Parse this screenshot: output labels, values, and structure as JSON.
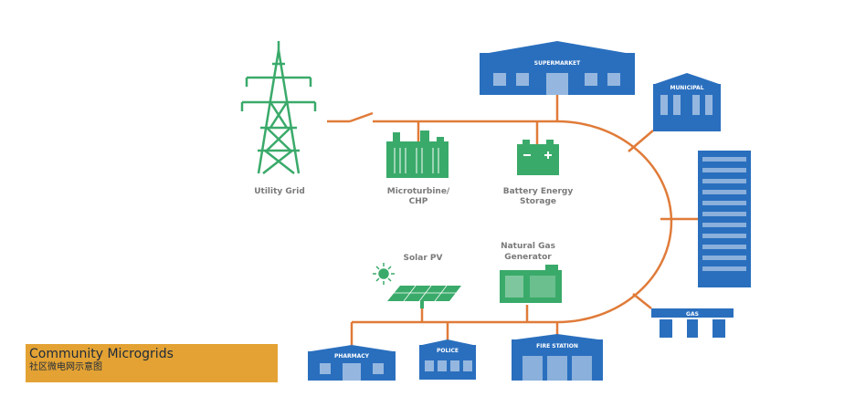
{
  "diagram": {
    "labels": {
      "utility_grid": "Utility Grid",
      "microturbine_1": "Microturbine/",
      "microturbine_2": "CHP",
      "battery_1": "Battery Energy",
      "battery_2": "Storage",
      "solar": "Solar PV",
      "gas_gen_1": "Natural Gas",
      "gas_gen_2": "Generator"
    },
    "signs": {
      "supermarket": "SUPERMARKET",
      "municipal": "MUNICIPAL",
      "gas": "GAS",
      "pharmacy": "PHARMACY",
      "police": "POLICE",
      "fire_station": "FIRE STATION"
    },
    "colors": {
      "line": "#e07b39",
      "green": "#3aaa6a",
      "blue": "#2a6fbe",
      "caption_bg": "#e3a233"
    }
  },
  "caption": {
    "title": "Community Microgrids",
    "subtitle": "社区微电网示意图"
  }
}
